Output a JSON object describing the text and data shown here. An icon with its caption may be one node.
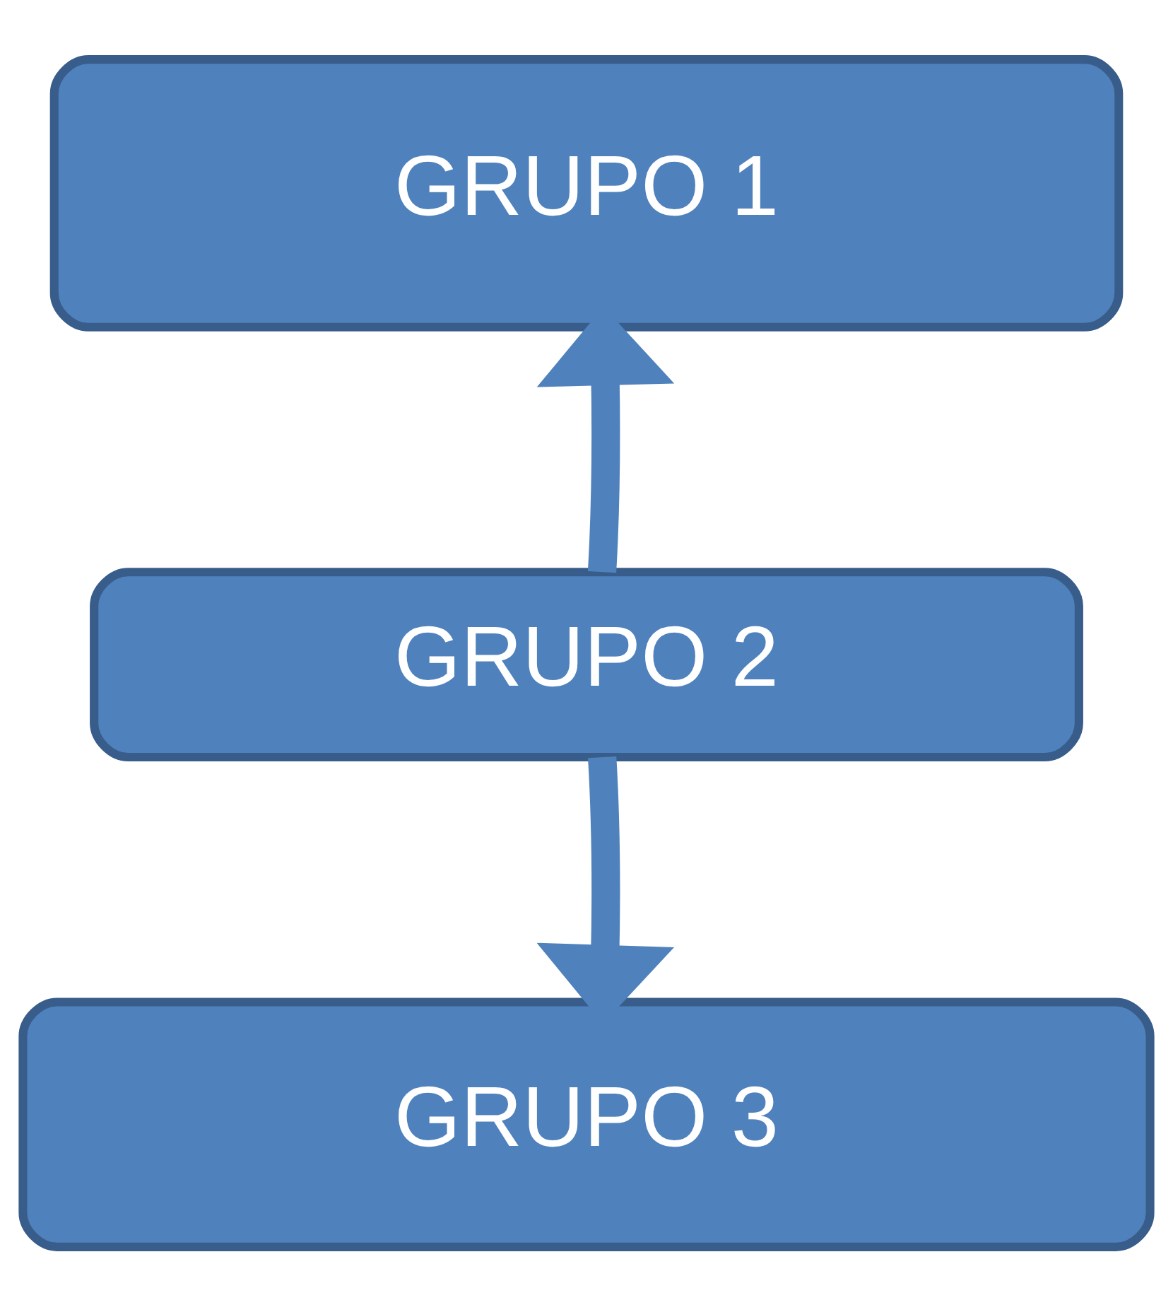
{
  "diagram": {
    "nodes": [
      {
        "text": [
          "GRUPO 1"
        ]
      },
      {
        "text": [
          "GRUPO 2"
        ]
      },
      {
        "text": [
          "GRUPO 3"
        ]
      }
    ],
    "edges": [
      {
        "from": 1,
        "to": 0,
        "arrow": "to"
      },
      {
        "from": 1,
        "to": 2,
        "arrow": "to"
      }
    ]
  }
}
